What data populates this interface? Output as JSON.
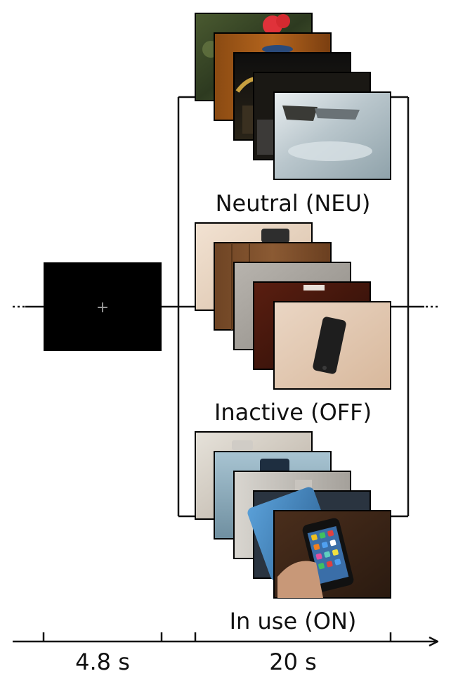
{
  "fixation": {
    "symbol": "+"
  },
  "conditions": [
    {
      "label": "Neutral (NEU)"
    },
    {
      "label": "Inactive (OFF)"
    },
    {
      "label": "In use (ON)"
    }
  ],
  "timeline": {
    "fixation_duration": "4.8 s",
    "stimulus_duration": "20 s"
  }
}
